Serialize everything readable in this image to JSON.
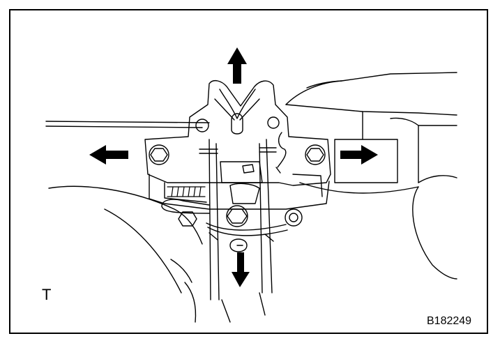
{
  "view_label": "T",
  "figure_code": "B182249",
  "colors": {
    "ink": "#000000",
    "paper": "#ffffff"
  },
  "arrows": [
    "up-arrow",
    "down-arrow",
    "left-arrow",
    "right-arrow"
  ]
}
